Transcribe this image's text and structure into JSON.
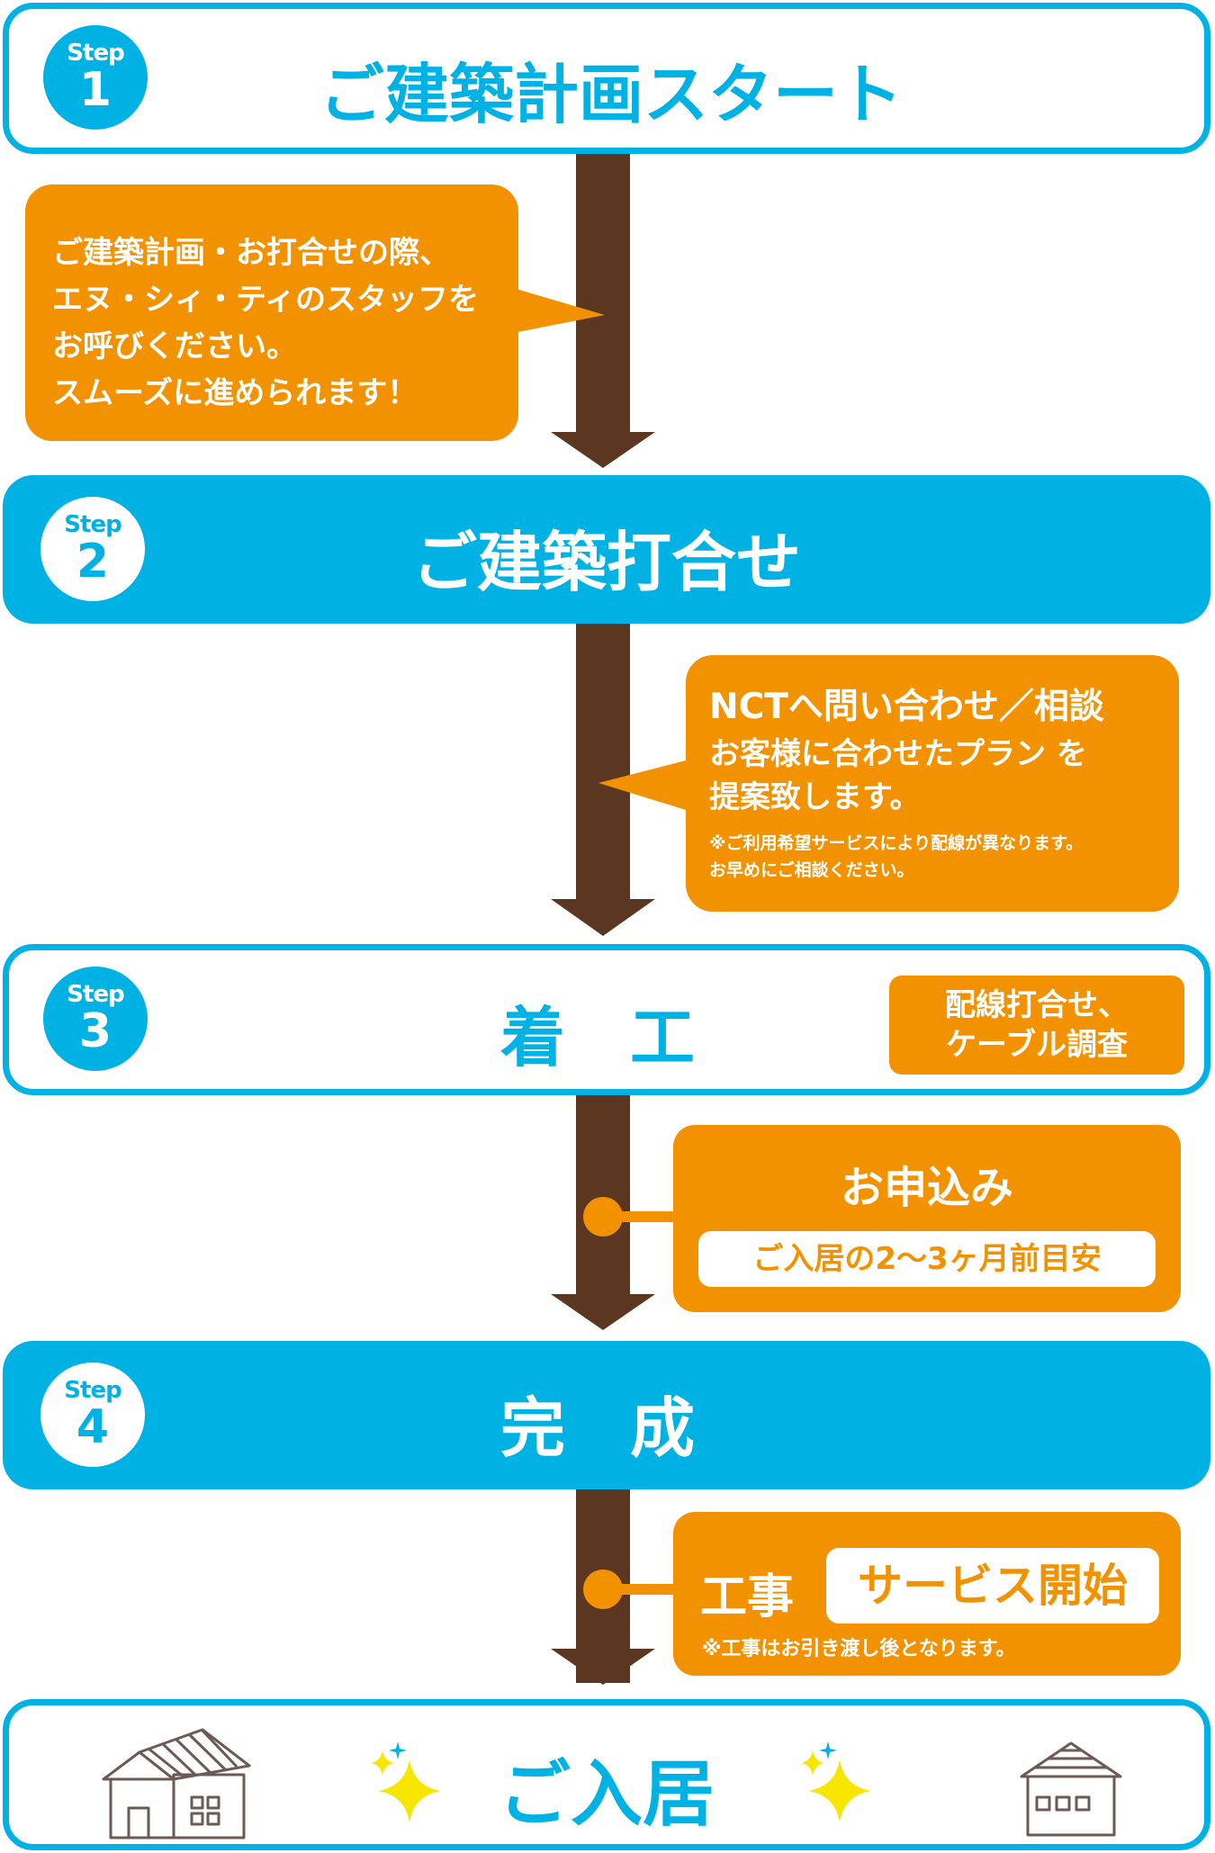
{
  "step_word": "Step",
  "steps": [
    {
      "number": "1",
      "title": "ご建築計画スタート"
    },
    {
      "number": "2",
      "title": "ご建築打合せ"
    },
    {
      "number": "3",
      "title": "着　工"
    },
    {
      "number": "4",
      "title": "完　成"
    }
  ],
  "final": {
    "title": "ご入居"
  },
  "callout1": {
    "lines": [
      "ご建築計画・お打合せの際、",
      "エヌ・シィ・ティのスタッフを",
      "お呼びください。",
      "スムーズに進められます！"
    ]
  },
  "callout2": {
    "heading": "NCTへ問い合わせ／相談",
    "lines": [
      "お客様に合わせたプラン を",
      "提案致します。"
    ],
    "notes": [
      "※ご利用希望サービスにより配線が異なります。",
      "お早めにご相談ください。"
    ]
  },
  "step3_note": {
    "lines": [
      "配線打合せ、",
      "ケーブル調査"
    ]
  },
  "callout3": {
    "heading": "お申込み",
    "pill": "ご入居の2〜3ヶ月前目安"
  },
  "callout4": {
    "label": "工事",
    "pill": "サービス開始",
    "note": "※工事はお引き渡し後となります。"
  },
  "colors": {
    "blue": "#00b2e3",
    "orange": "#f39200",
    "brown": "#5b3722",
    "sparkle": "#f7e600"
  }
}
